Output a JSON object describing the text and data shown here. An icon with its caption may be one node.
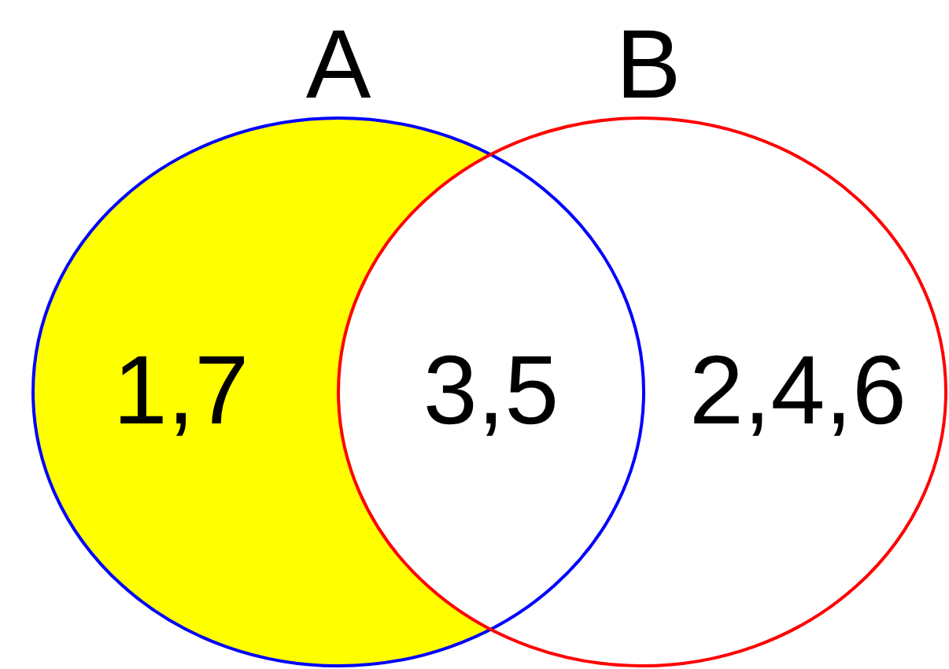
{
  "diagram": {
    "nodes": [
      {
        "text": [
          "A",
          "1,7"
        ]
      },
      {
        "text": [
          "B",
          "2,4,6"
        ]
      }
    ],
    "edges": [],
    "labels": [
      "3,5"
    ]
  }
}
